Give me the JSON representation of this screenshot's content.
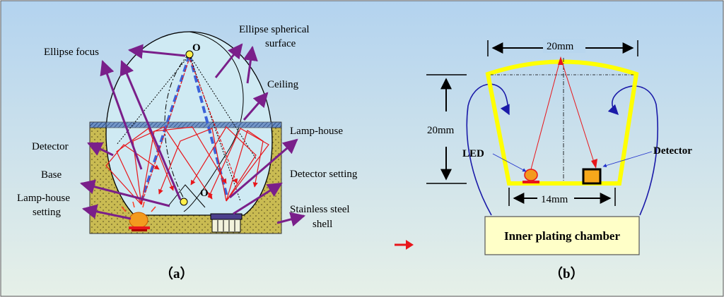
{
  "panel_a": {
    "caption": "（a）",
    "labels": {
      "ellipse_focus": "Ellipse focus",
      "ellipse_surface_1": "Ellipse spherical",
      "ellipse_surface_2": "surface",
      "ceiling": "Ceiling",
      "lamp_house": "Lamp-house",
      "detector": "Detector",
      "detector_setting": "Detector setting",
      "base": "Base",
      "lamp_house_setting_1": "Lamp-house",
      "lamp_house_setting_2": "setting",
      "stainless_1": "Stainless steel",
      "stainless_2": "shell",
      "focus_top": "O",
      "focus_bottom": "O"
    }
  },
  "panel_b": {
    "caption": "（b）",
    "labels": {
      "top_width": "20mm",
      "height": "20mm",
      "bottom_width": "14mm",
      "led": "LED",
      "detector": "Detector",
      "chamber": "Inner plating chamber"
    }
  },
  "colors": {
    "background_top": "#b3d3ef",
    "background_bottom": "#e6f0e8",
    "label_arrow": "#7a1f8a",
    "ray": "#e8161b",
    "focus_line": "#3b62d9",
    "wall_fill": "#c9bb52",
    "ellipse_fill": "#cfeaf3",
    "trapezoid": "#ffff00",
    "curve": "#1a1aa8",
    "chamber_fill": "#ffffc8",
    "lamp": "#f39a1f",
    "detector_box": "#f7a81b"
  }
}
